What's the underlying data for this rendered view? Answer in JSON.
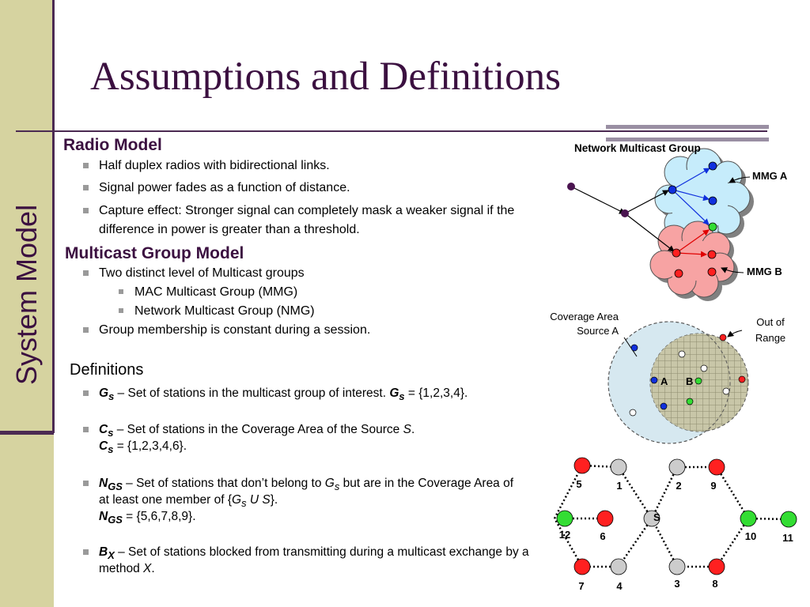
{
  "slide": {
    "title": "Assumptions and Definitions",
    "side_title": "System Model"
  },
  "radio_model": {
    "heading": "Radio Model",
    "bullets": [
      "Half duplex radios with bidirectional links.",
      "Signal power fades as a function of distance.",
      "Capture effect: Stronger signal can completely mask a weaker signal if the difference in power is greater than a threshold."
    ]
  },
  "multicast_model": {
    "heading": "Multicast Group Model",
    "bullets": [
      "Two distinct level of Multicast groups",
      "Group membership is constant during a session."
    ],
    "sub_bullets": [
      "MAC Multicast Group (MMG)",
      "Network Multicast Group (NMG)"
    ]
  },
  "definitions": {
    "heading": "Definitions",
    "gs": {
      "sym": "G",
      "sub": "s",
      "text": " – Set of stations in the multicast group of interest. ",
      "eq_sym": "G",
      "eq_sub": "s",
      "eq_text": " = {1,2,3,4}."
    },
    "cs": {
      "sym": "C",
      "sub": "s",
      "text": " – Set of stations in the Coverage Area of the Source ",
      "source": "S",
      "end": ".",
      "eq_sym": "C",
      "eq_sub": "s",
      "eq_text": " = {1,2,3,4,6}."
    },
    "ngs": {
      "sym": "N",
      "sub": "GS",
      "text1": " – Set of stations that don’t belong to ",
      "g": "G",
      "g_sub": "s",
      "text2": "  but are in the Coverage Area of at least one member of {",
      "g2": "G",
      "g2_sub": "s",
      "u": " U ",
      "s": "S",
      "close": "}.",
      "eq_sym": "N",
      "eq_sub": "GS",
      "eq_text": " = {5,6,7,8,9}."
    },
    "bx": {
      "sym": "B",
      "sub": "X",
      "text": " – Set of stations blocked from transmitting during a multicast exchange by a method ",
      "method": "X",
      "end": "."
    }
  },
  "figure1": {
    "title": "Network Multicast Group",
    "label_a": "MMG A",
    "label_b": "MMG B"
  },
  "figure2": {
    "coverage_label_1": "Coverage Area",
    "coverage_label_2": "Source A",
    "out_label_1": "Out of",
    "out_label_2": "Range",
    "node_a": "A",
    "node_b": "B"
  },
  "figure3": {
    "source_label": "S",
    "nodes": [
      "5",
      "1",
      "2",
      "9",
      "12",
      "6",
      "10",
      "11",
      "7",
      "4",
      "3",
      "8"
    ]
  },
  "colors": {
    "title": "#3b1040",
    "sidebar": "#d6d3a0",
    "cloud_a": "#c6ecfb",
    "cloud_b": "#f7a3a3",
    "station_red": "#ff2020",
    "station_green": "#33dd33",
    "station_gray": "#cccccc",
    "station_blue": "#1030dd"
  }
}
